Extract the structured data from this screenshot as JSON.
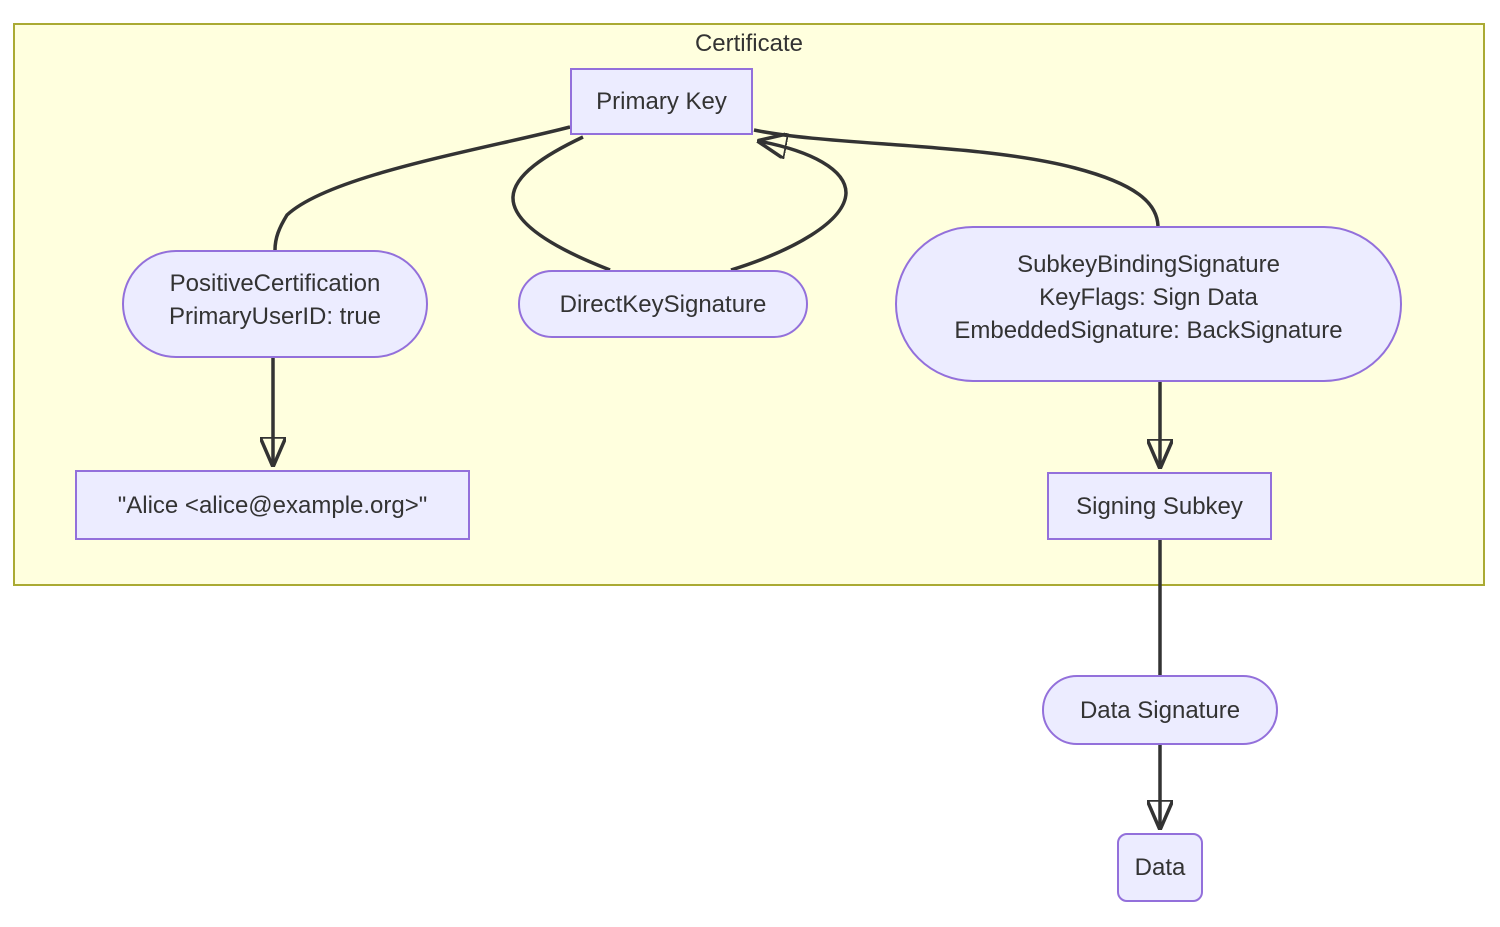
{
  "diagram": {
    "cluster": {
      "label": "Certificate"
    },
    "nodes": {
      "primary_key": {
        "label": "Primary Key",
        "shape": "rectangle"
      },
      "positive_certification": {
        "line1": "PositiveCertification",
        "line2": "PrimaryUserID: true",
        "shape": "stadium"
      },
      "direct_key_signature": {
        "label": "DirectKeySignature",
        "shape": "stadium"
      },
      "subkey_binding_signature": {
        "line1": "SubkeyBindingSignature",
        "line2": "KeyFlags: Sign Data",
        "line3": "EmbeddedSignature: BackSignature",
        "shape": "stadium"
      },
      "user_id": {
        "label": "\"Alice <alice@example.org>\"",
        "shape": "rectangle"
      },
      "signing_subkey": {
        "label": "Signing Subkey",
        "shape": "rectangle"
      },
      "data_signature": {
        "label": "Data Signature",
        "shape": "stadium"
      },
      "data": {
        "label": "Data",
        "shape": "rounded-rectangle"
      }
    },
    "edges": [
      {
        "from": "primary_key",
        "to": "positive_certification",
        "arrow": false
      },
      {
        "from": "primary_key",
        "to": "direct_key_signature",
        "arrow": false
      },
      {
        "from": "direct_key_signature",
        "to": "primary_key",
        "arrow": true
      },
      {
        "from": "subkey_binding_signature",
        "to": "primary_key",
        "arrow": true
      },
      {
        "from": "positive_certification",
        "to": "user_id",
        "arrow": true
      },
      {
        "from": "subkey_binding_signature",
        "to": "signing_subkey",
        "arrow": true
      },
      {
        "from": "signing_subkey",
        "to": "data_signature",
        "arrow": false
      },
      {
        "from": "data_signature",
        "to": "data",
        "arrow": true
      }
    ],
    "colors": {
      "cluster_fill": "#FFFFDE",
      "cluster_border": "#AAAA33",
      "node_fill": "#ECECFF",
      "node_border": "#9370DB",
      "edge": "#333333",
      "text": "#333333",
      "background": "#FFFFFF"
    }
  }
}
